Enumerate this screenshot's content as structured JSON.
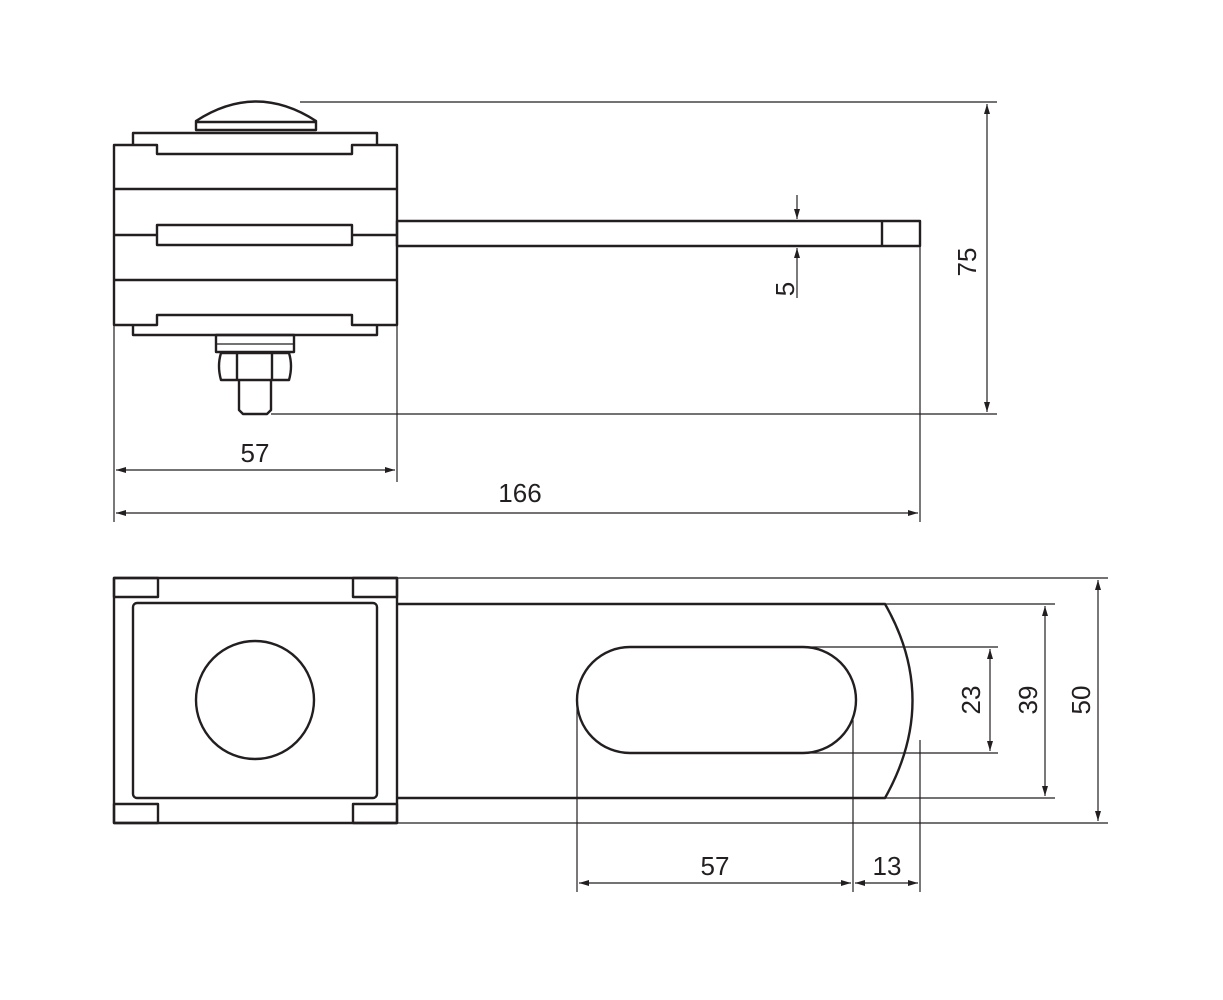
{
  "drawing": {
    "top_view": {
      "dim_height": "75",
      "dim_strip_thickness": "5",
      "dim_clamp_width": "57",
      "dim_total_length": "166"
    },
    "plan_view": {
      "dim_slot_width": "23",
      "dim_strip_width": "39",
      "dim_clamp_depth": "50",
      "dim_slot_length": "57",
      "dim_end_offset": "13"
    },
    "line_color": "#231f20"
  }
}
